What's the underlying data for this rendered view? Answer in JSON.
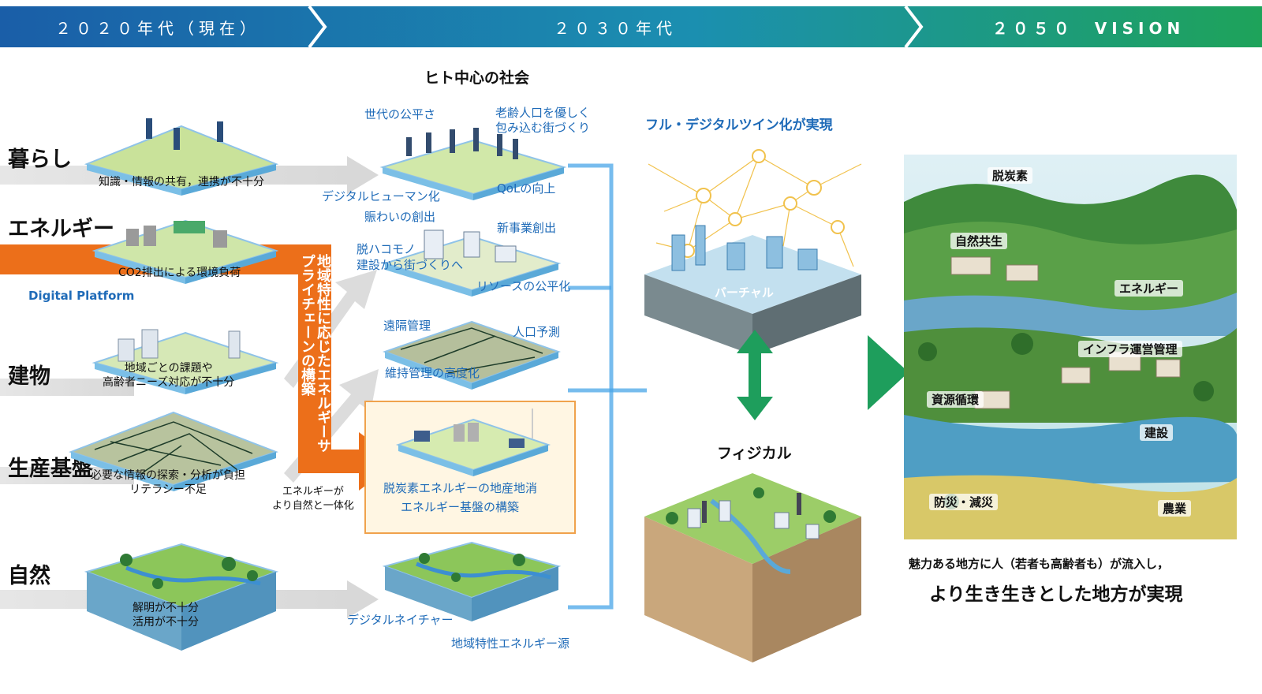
{
  "banners": {
    "b2020": "２０２０年代（現在）",
    "b2030": "２０３０年代",
    "b2050": "２０５０　VISION"
  },
  "rows": {
    "kurashi": "暮らし",
    "energy": "エネルギー",
    "building": "建物",
    "production": "生産基盤",
    "nature": "自然"
  },
  "left_captions": {
    "kurashi": "知識・情報の共有，連携が不十分",
    "energy": "CO2排出による環境負荷",
    "platform": "Digital Platform",
    "building_1": "地域ごとの課題や",
    "building_2": "高齢者ニーズ対応が不十分",
    "production_1": "必要な情報の探索・分析が負担",
    "production_2": "リテラシー不足",
    "nature_1": "解明が不十分",
    "nature_2": "活用が不十分"
  },
  "supply_chain": "地域特性に応じたエネルギーサプライチェーンの構築",
  "energy_note_1": "エネルギーが",
  "energy_note_2": "より自然と一体化",
  "mid": {
    "heading": "ヒト中心の社会",
    "generation": "世代の公平さ",
    "elderly_1": "老齢人口を優しく",
    "elderly_2": "包み込む街づくり",
    "digital_human": "デジタルヒューマン化",
    "qol": "QoLの向上",
    "nigiwai": "賑わいの創出",
    "new_business": "新事業創出",
    "dathako_1": "脱ハコモノ",
    "dathako_2": "建設から街づくりへ",
    "resource": "リソースの公平化",
    "remote": "遠隔管理",
    "population": "人口予測",
    "maintenance": "維持管理の高度化",
    "decarbon": "脱炭素エネルギーの地産地消",
    "energy_base": "エネルギー基盤の構築",
    "digital_nature": "デジタルネイチャー",
    "regional_energy": "地域特性エネルギー源"
  },
  "twin": {
    "title": "フル・デジタルツイン化が実現",
    "virtual": "バーチャル",
    "physical": "フィジカル"
  },
  "vision": {
    "labels": [
      "脱炭素",
      "自然共生",
      "エネルギー",
      "インフラ運営管理",
      "資源循環",
      "建設",
      "防災・減災",
      "農業"
    ],
    "text_1": "魅力ある地方に人（若者も高齢者も）が流入し，",
    "text_2": "より生き生きとした地方が実現"
  },
  "colors": {
    "blue": "#1a5ea8",
    "green": "#1e9e5c",
    "orange": "#ec6f1a",
    "accent_blue": "#1f6bb8"
  }
}
